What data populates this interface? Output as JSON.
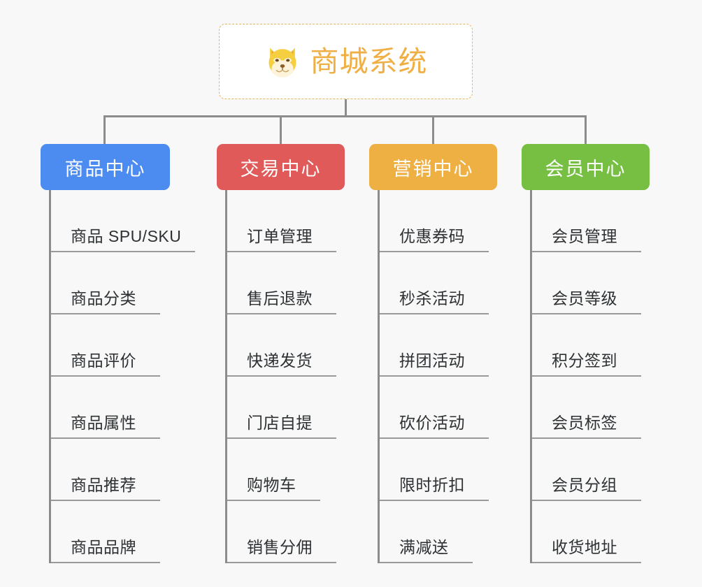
{
  "background_color": "#f8f8f8",
  "root": {
    "icon": "shiba-dog-face-icon",
    "title": "商城系统",
    "color": "#efaf45",
    "border_color": "#eab45c"
  },
  "connector_color": "#8c8c8c",
  "branches": [
    {
      "label": "商品中心",
      "color": "#4c8bf0",
      "items": [
        "商品 SPU/SKU",
        "商品分类",
        "商品评价",
        "商品属性",
        "商品推荐",
        "商品品牌"
      ]
    },
    {
      "label": "交易中心",
      "color": "#e05a5a",
      "items": [
        "订单管理",
        "售后退款",
        "快递发货",
        "门店自提",
        "购物车",
        "销售分佣"
      ]
    },
    {
      "label": "营销中心",
      "color": "#eeaf43",
      "items": [
        "优惠券码",
        "秒杀活动",
        "拼团活动",
        "砍价活动",
        "限时折扣",
        "满减送"
      ]
    },
    {
      "label": "会员中心",
      "color": "#76bf43",
      "items": [
        "会员管理",
        "会员等级",
        "积分签到",
        "会员标签",
        "会员分组",
        "收货地址"
      ]
    }
  ]
}
